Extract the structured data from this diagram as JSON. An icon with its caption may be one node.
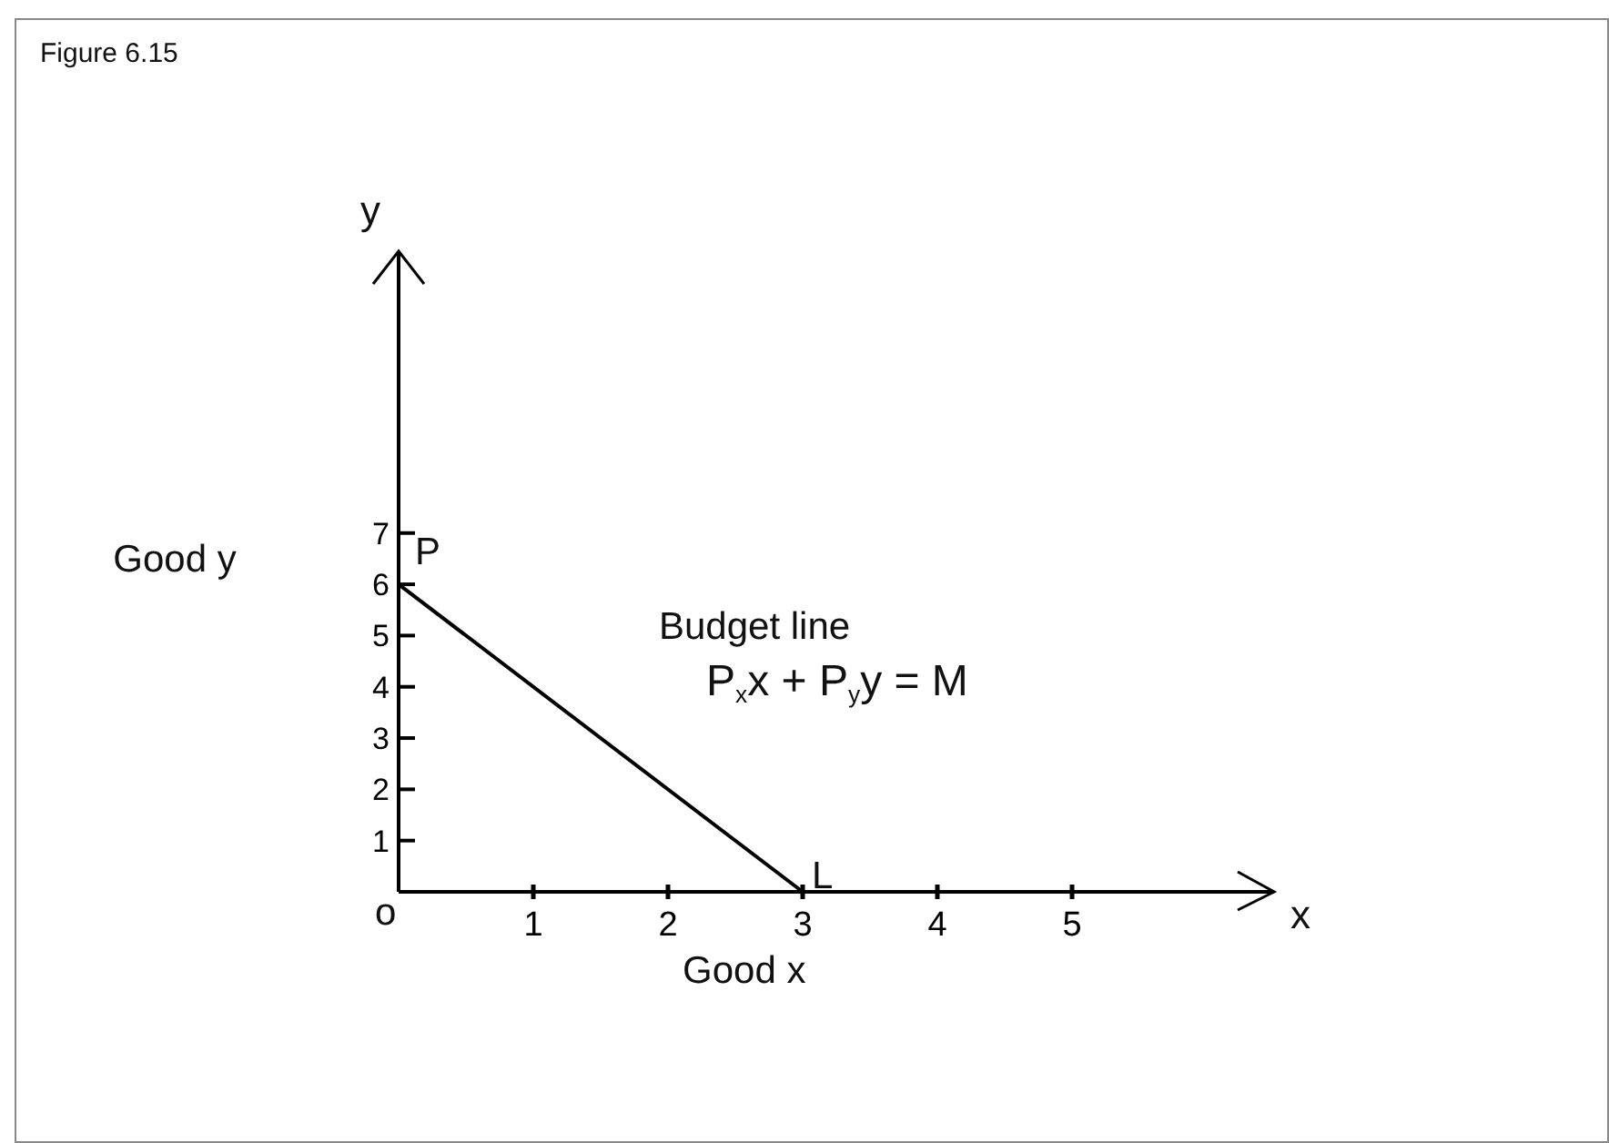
{
  "diagram": {
    "title": "Figure 6.15",
    "labels": [
      "y",
      "P",
      "Budget line",
      "P$_{x}$x + P$_{y}$y = M",
      "L",
      "o",
      "x"
    ],
    "chart_data": {
      "type": "line",
      "xlabel": "Good x",
      "ylabel": "Good y",
      "x": [
        0,
        3
      ],
      "series": [
        {
          "color": "#000000",
          "values": [
            6,
            0
          ]
        }
      ],
      "xlim": [
        0,
        6.5
      ],
      "ylim": [
        0,
        12.5
      ],
      "xticks": [
        1,
        2,
        3,
        4,
        5
      ],
      "yticks": [
        1,
        2,
        3,
        4,
        5,
        6,
        7
      ]
    }
  }
}
